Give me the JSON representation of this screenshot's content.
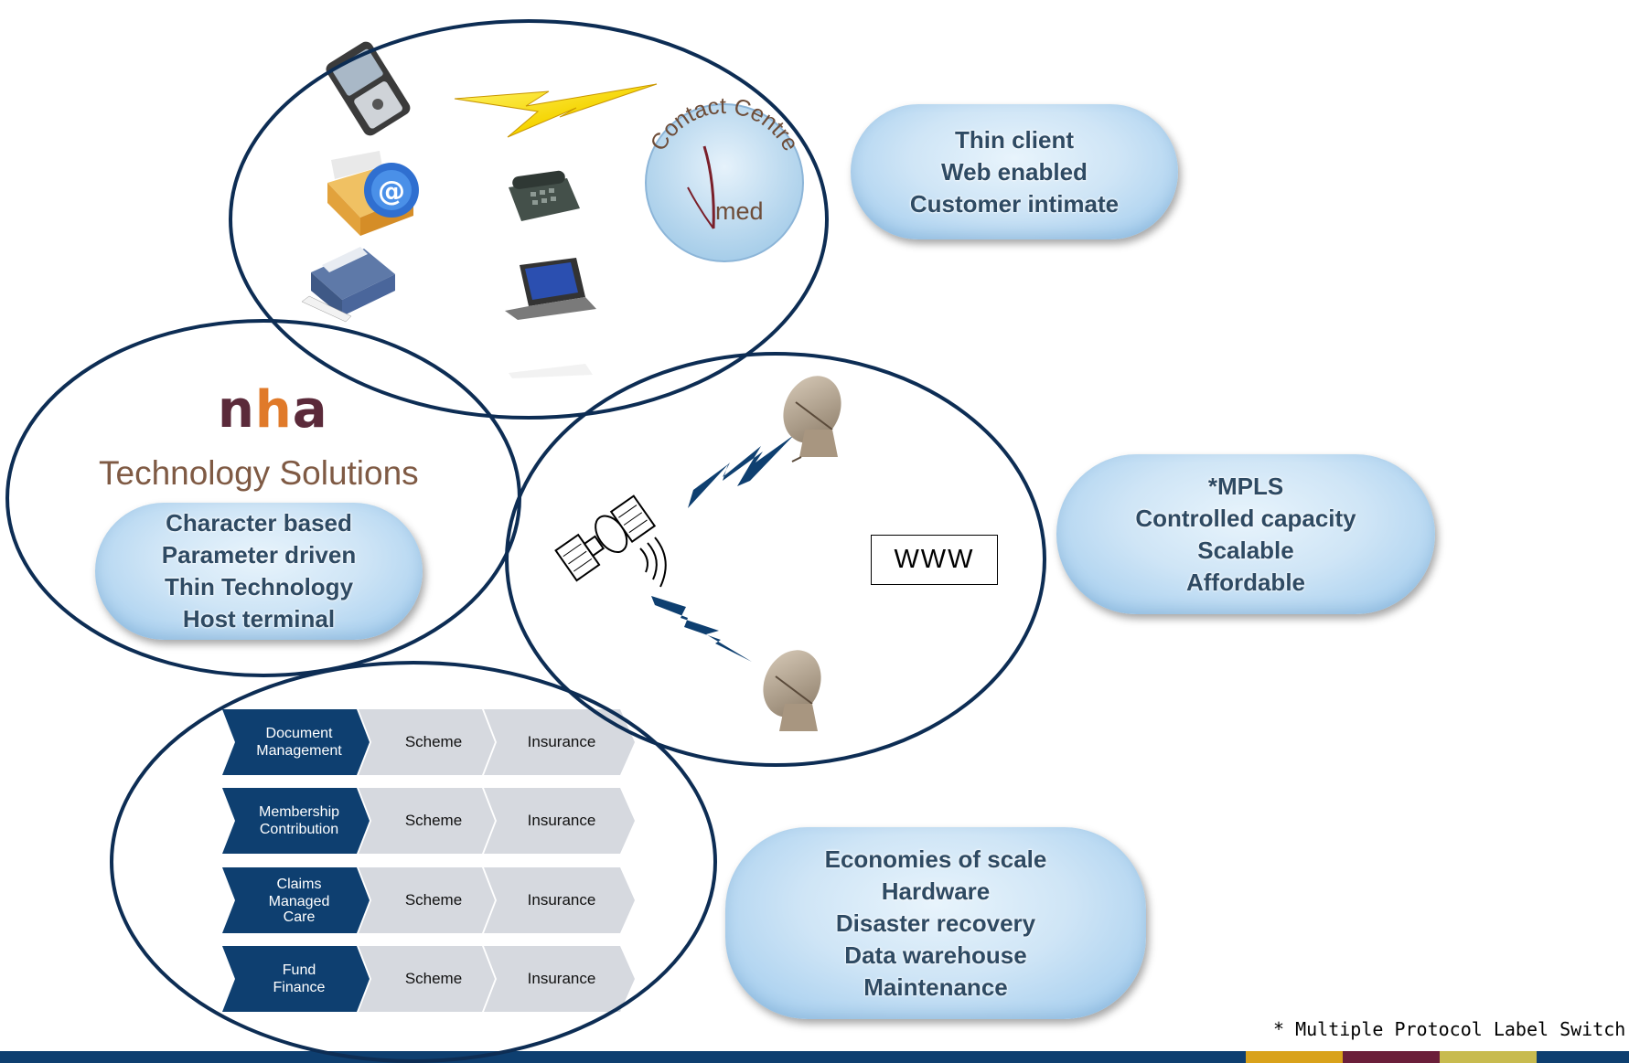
{
  "contact_centre": {
    "badge_text": "Contact Centre",
    "logo_text": "med"
  },
  "top_pill": {
    "lines": [
      "Thin client",
      "Web enabled",
      "Customer intimate"
    ]
  },
  "nha": {
    "logo_n": "n",
    "logo_h": "h",
    "logo_a": "a",
    "title": "Technology Solutions",
    "pill_lines": [
      "Character based",
      "Parameter driven",
      "Thin Technology",
      "Host terminal"
    ]
  },
  "network": {
    "www_label": "WWW"
  },
  "mpls_pill": {
    "lines": [
      "*MPLS",
      "Controlled capacity",
      "Scalable",
      "Affordable"
    ]
  },
  "process_rows": [
    {
      "module": [
        "Document",
        "Management"
      ],
      "step2": "Scheme",
      "step3": "Insurance"
    },
    {
      "module": [
        "Membership",
        "Contribution"
      ],
      "step2": "Scheme",
      "step3": "Insurance"
    },
    {
      "module": [
        "Claims",
        "Managed",
        "Care"
      ],
      "step2": "Scheme",
      "step3": "Insurance"
    },
    {
      "module": [
        "Fund",
        "Finance"
      ],
      "step2": "Scheme",
      "step3": "Insurance"
    }
  ],
  "economies_pill": {
    "lines": [
      "Economies of scale",
      "Hardware",
      "Disaster recovery",
      "Data warehouse",
      "Maintenance"
    ]
  },
  "footnote": "* Multiple Protocol Label Switch",
  "colors": {
    "circle_stroke": "#0d2d54",
    "module_chevron": "#0e3f70",
    "step_chevron": "#d6d9df",
    "footer_bar": "#0e3f70",
    "footer_accents": [
      "#d9a21b",
      "#6b1f3a",
      "#c8bb4f"
    ],
    "pill_text": "#2e4a63",
    "title_text": "#7f5a44"
  },
  "icons": [
    "mobile-phone-icon",
    "lightning-bolt-icon",
    "email-envelope-icon",
    "desk-phone-icon",
    "printer-icon",
    "laptop-icon",
    "satellite-icon",
    "satellite-dish-icon"
  ]
}
